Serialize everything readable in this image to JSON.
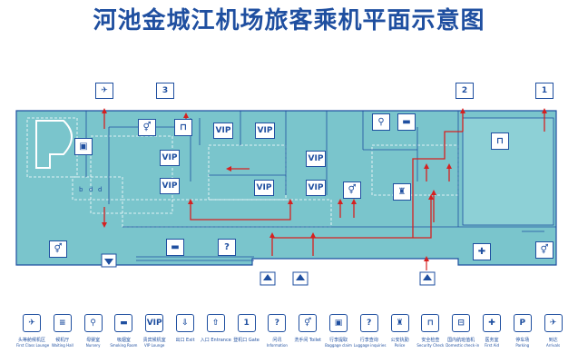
{
  "title": "河池金城江机场旅客乘机平面示意图",
  "map": {
    "vip_label": "VIP",
    "question_mark": "?",
    "gate_3": "3",
    "gate_2": "2",
    "gate_1": "1"
  },
  "legend": [
    {
      "cn": "头等舱候机区",
      "en": "First Class Lounge",
      "glyph": "✈"
    },
    {
      "cn": "候机厅",
      "en": "Waiting Hall",
      "glyph": "≡"
    },
    {
      "cn": "母婴室",
      "en": "Nursery",
      "glyph": "⚲"
    },
    {
      "cn": "吸烟室",
      "en": "Smoking Room",
      "glyph": "▬"
    },
    {
      "cn": "贵宾候机室",
      "en": "VIP Lounge",
      "glyph": "VIP"
    },
    {
      "cn": "出口 Exit",
      "en": "",
      "glyph": "⇩"
    },
    {
      "cn": "入口 Entrance",
      "en": "",
      "glyph": "⇧"
    },
    {
      "cn": "登机口 Gate",
      "en": "",
      "glyph": "1"
    },
    {
      "cn": "问讯",
      "en": "Information",
      "glyph": "?"
    },
    {
      "cn": "洗手间 Toilet",
      "en": "",
      "glyph": "⚥"
    },
    {
      "cn": "行李提取",
      "en": "Baggage claim",
      "glyph": "▣"
    },
    {
      "cn": "行李查询",
      "en": "Luggage inquiries",
      "glyph": "?"
    },
    {
      "cn": "公安执勤",
      "en": "Police",
      "glyph": "♜"
    },
    {
      "cn": "安全检查",
      "en": "Security Check",
      "glyph": "⊓"
    },
    {
      "cn": "国内航班值机",
      "en": "Domestic check-in",
      "glyph": "⊟"
    },
    {
      "cn": "医务室",
      "en": "First Aid",
      "glyph": "✚"
    },
    {
      "cn": "停车场",
      "en": "Parking",
      "glyph": "P"
    },
    {
      "cn": "到达",
      "en": "Arrivals",
      "glyph": "✈"
    }
  ]
}
